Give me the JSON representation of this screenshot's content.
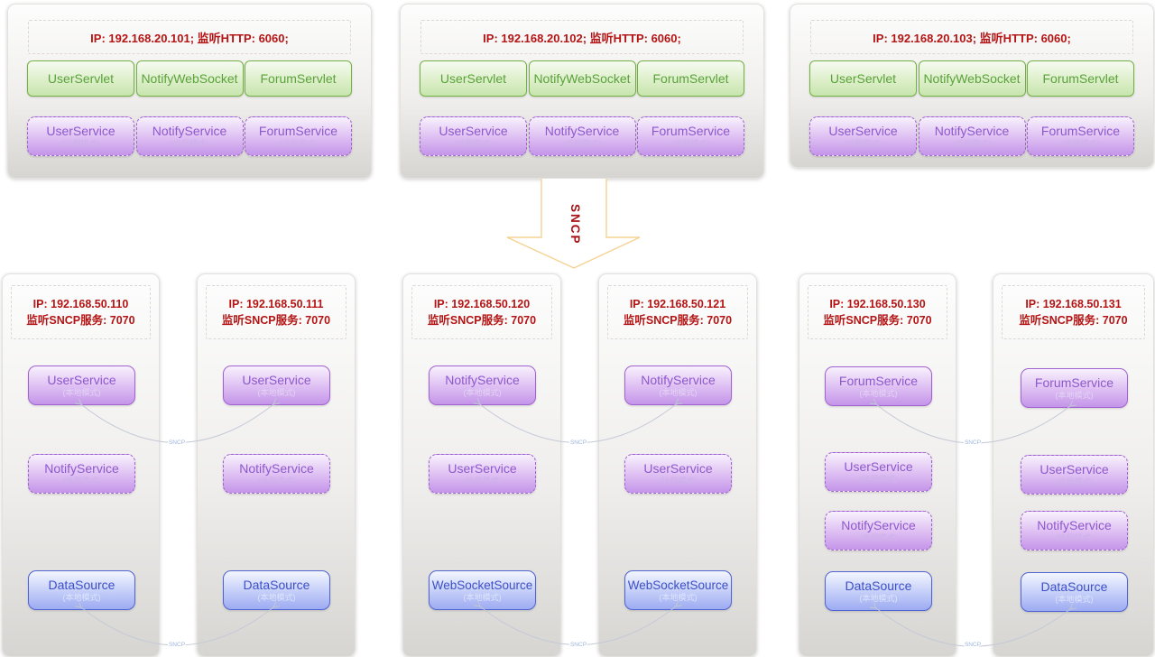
{
  "colors": {
    "accent_red": "#b41414",
    "servlet_green": "#5aa23b",
    "service_purple": "#8f58cd",
    "source_blue": "#3d50c8",
    "arrow_outline": "#f6d292",
    "connector_gray": "#bfc6d4"
  },
  "arrow": {
    "label": "SNCP"
  },
  "connector_label": "SNCP",
  "top_servers": [
    {
      "ip_line": "IP: 192.168.20.101;  监听HTTP: 6060;",
      "servlets": [
        "UserServlet",
        "NotifyWebSocket",
        "ForumServlet"
      ],
      "services": [
        {
          "name": "UserService",
          "mode": "(远程模式)"
        },
        {
          "name": "NotifyService",
          "mode": "(远程模式)"
        },
        {
          "name": "ForumService",
          "mode": "(远程模式)"
        }
      ]
    },
    {
      "ip_line": "IP: 192.168.20.102;  监听HTTP: 6060;",
      "servlets": [
        "UserServlet",
        "NotifyWebSocket",
        "ForumServlet"
      ],
      "services": [
        {
          "name": "UserService",
          "mode": "(远程模式)"
        },
        {
          "name": "NotifyService",
          "mode": "(远程模式)"
        },
        {
          "name": "ForumService",
          "mode": "(远程模式)"
        }
      ]
    },
    {
      "ip_line": "IP: 192.168.20.103;  监听HTTP: 6060;",
      "servlets": [
        "UserServlet",
        "NotifyWebSocket",
        "ForumServlet"
      ],
      "services": [
        {
          "name": "UserService",
          "mode": "(远程模式)"
        },
        {
          "name": "NotifyService",
          "mode": "(远程模式)"
        },
        {
          "name": "ForumService",
          "mode": "(远程模式)"
        }
      ]
    }
  ],
  "bottom_servers": [
    {
      "ip": "IP: 192.168.50.110",
      "listen": "监听SNCP服务: 7070",
      "services": [
        {
          "name": "UserService",
          "mode": "(本地模式)"
        },
        {
          "name": "NotifyService",
          "mode": "(远程模式)"
        },
        {
          "name": "DataSource",
          "mode": "(本地模式)"
        }
      ]
    },
    {
      "ip": "IP: 192.168.50.111",
      "listen": "监听SNCP服务: 7070",
      "services": [
        {
          "name": "UserService",
          "mode": "(本地模式)"
        },
        {
          "name": "NotifyService",
          "mode": "(远程模式)"
        },
        {
          "name": "DataSource",
          "mode": "(本地模式)"
        }
      ]
    },
    {
      "ip": "IP: 192.168.50.120",
      "listen": "监听SNCP服务: 7070",
      "services": [
        {
          "name": "NotifyService",
          "mode": "(本地模式)"
        },
        {
          "name": "UserService",
          "mode": "(远程模式)"
        },
        {
          "name": "WebSocketSource",
          "mode": "(本地模式)"
        }
      ]
    },
    {
      "ip": "IP: 192.168.50.121",
      "listen": "监听SNCP服务: 7070",
      "services": [
        {
          "name": "NotifyService",
          "mode": "(本地模式)"
        },
        {
          "name": "UserService",
          "mode": "(远程模式)"
        },
        {
          "name": "WebSocketSource",
          "mode": "(本地模式)"
        }
      ]
    },
    {
      "ip": "IP: 192.168.50.130",
      "listen": "监听SNCP服务: 7070",
      "services": [
        {
          "name": "ForumService",
          "mode": "(本地模式)"
        },
        {
          "name": "UserService",
          "mode": "(远程模式)"
        },
        {
          "name": "NotifyService",
          "mode": "(远程模式)"
        },
        {
          "name": "DataSource",
          "mode": "(本地模式)"
        }
      ]
    },
    {
      "ip": "IP: 192.168.50.131",
      "listen": "监听SNCP服务: 7070",
      "services": [
        {
          "name": "ForumService",
          "mode": "(本地模式)"
        },
        {
          "name": "UserService",
          "mode": "(远程模式)"
        },
        {
          "name": "NotifyService",
          "mode": "(远程模式)"
        },
        {
          "name": "DataSource",
          "mode": "(本地模式)"
        }
      ]
    }
  ]
}
